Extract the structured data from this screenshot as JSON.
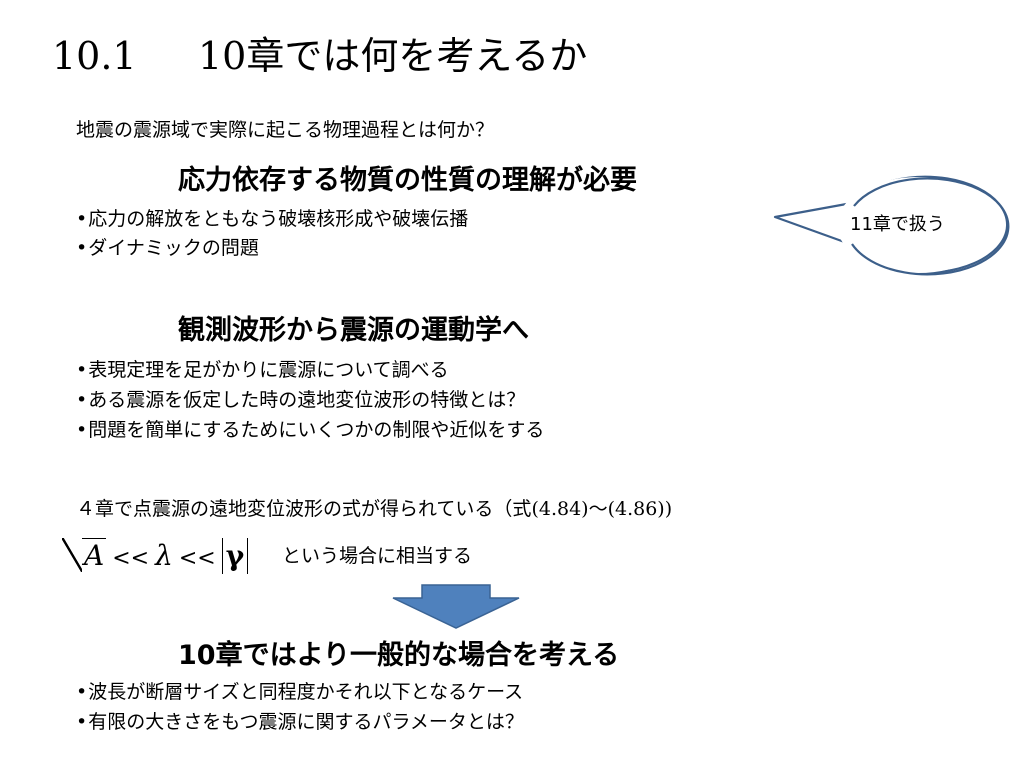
{
  "title": {
    "number": "10.1",
    "text": "10章では何を考えるか"
  },
  "question": "地震の震源域で実際に起こる物理過程とは何か？",
  "section1": {
    "heading": "応力依存する物質の性質の理解が必要",
    "bullets": [
      "応力の解放をともなう破壊核形成や破壊伝播",
      "ダイナミックの問題"
    ]
  },
  "callout": {
    "text": "11章で扱う"
  },
  "section2": {
    "heading": "観測波形から震源の運動学へ",
    "bullets": [
      "表現定理を足がかりに震源について調べる",
      "ある震源を仮定した時の遠地変位波形の特徴とは？",
      "問題を簡単にするためにいくつかの制限や近似をする"
    ]
  },
  "note": {
    "text": "４章で点震源の遠地変位波形の式が得られている（式",
    "ref1": "(4.84)",
    "tilde": "～",
    "ref2": "(4.86))"
  },
  "condition": {
    "var_a": "A",
    "op": "<<",
    "lambda": "λ",
    "gamma": "γ",
    "text": "という場合に相当する"
  },
  "arrow_color": "#4f81bd",
  "section3": {
    "heading": "10章ではより一般的な場合を考える",
    "bullets": [
      "波長が断層サイズと同程度かそれ以下となるケース",
      "有限の大きさをもつ震源に関するパラメータとは？"
    ]
  },
  "bullet_char": "•"
}
